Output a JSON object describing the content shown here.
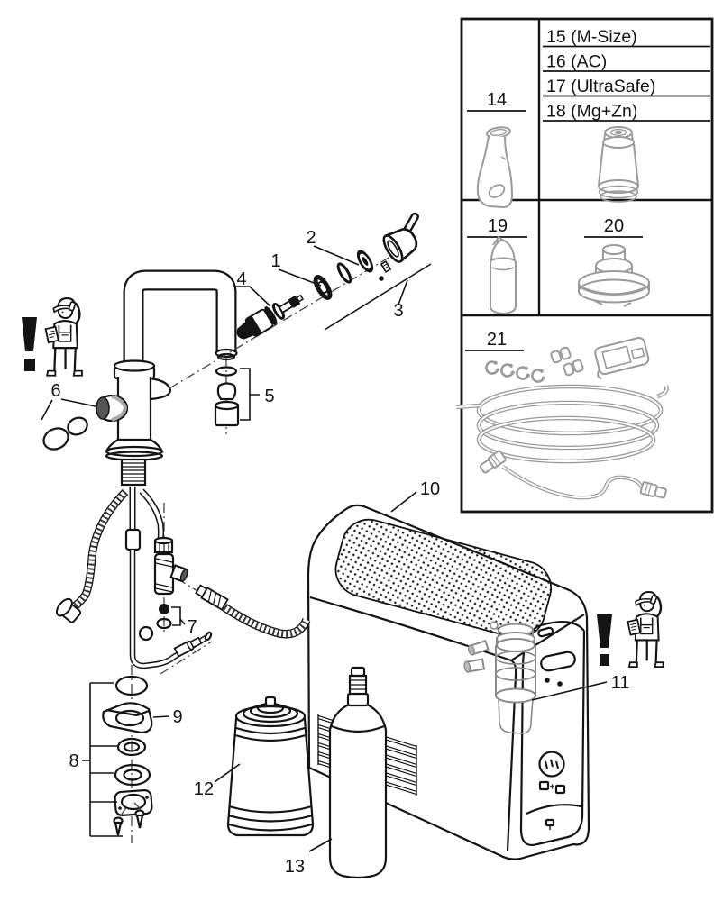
{
  "colors": {
    "line": "#141414",
    "panel_art": "#9a9a9a",
    "dash_line": "#444444",
    "background": "#ffffff"
  },
  "callouts": {
    "n1": "1",
    "n2": "2",
    "n3": "3",
    "n4": "4",
    "n5": "5",
    "n6": "6",
    "n7": "7",
    "n8": "8",
    "n9": "9",
    "n10": "10",
    "n11": "11",
    "n12": "12",
    "n13": "13"
  },
  "panel": {
    "carafe_num": "14",
    "filter_variants": [
      "15 (M-Size)",
      "16 (AC)",
      "17 (UltraSafe)",
      "18 (Mg+Zn)"
    ],
    "co2_num": "19",
    "filter_head_num": "20",
    "kit_num": "21"
  }
}
